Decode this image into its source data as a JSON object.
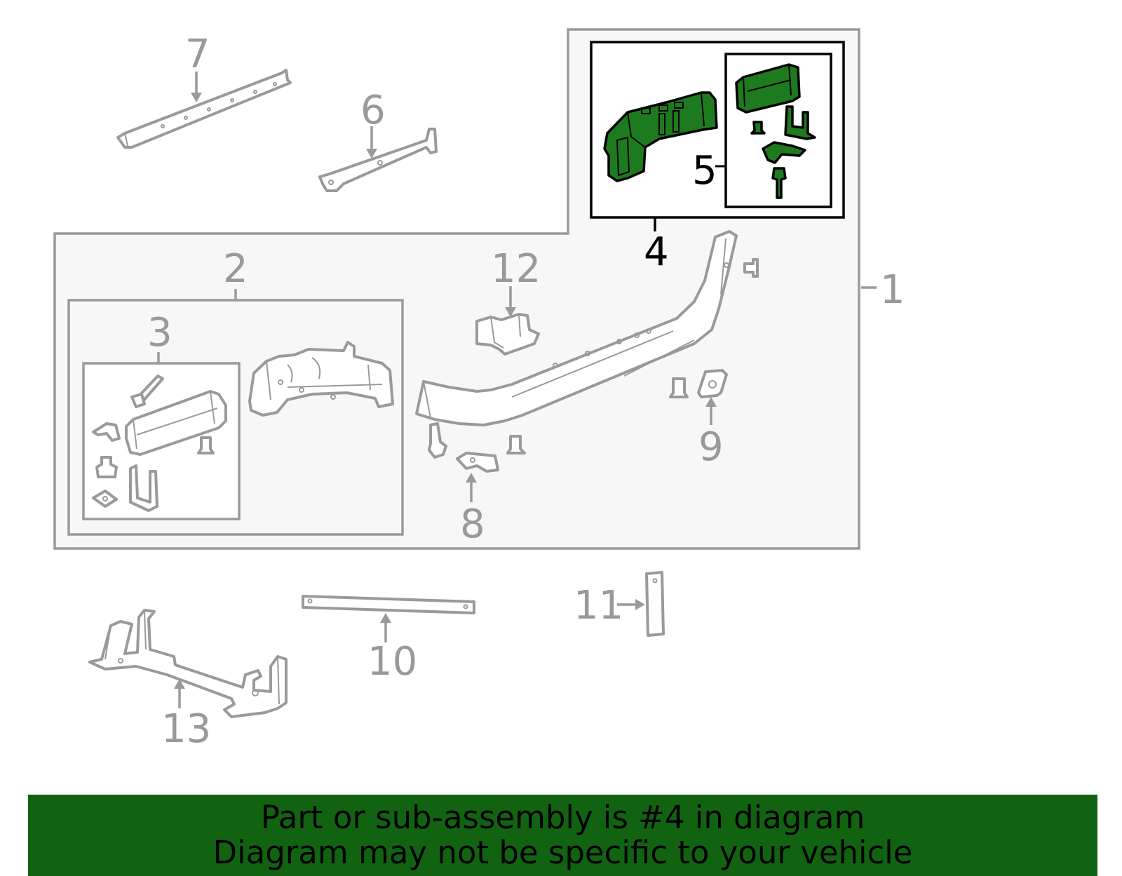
{
  "diagram": {
    "callouts": {
      "c1": "1",
      "c2": "2",
      "c3": "3",
      "c4": "4",
      "c5": "5",
      "c6": "6",
      "c7": "7",
      "c8": "8",
      "c9": "9",
      "c10": "10",
      "c11": "11",
      "c12": "12",
      "c13": "13"
    },
    "highlight_color": "#1e7a1e",
    "panel_fill": "#f7f7f7",
    "line_color": "#9a9a9a"
  },
  "banner": {
    "line1": "Part or sub-assembly is #4 in diagram",
    "line2": "Diagram may not be specific to your vehicle",
    "background": "#116311"
  }
}
